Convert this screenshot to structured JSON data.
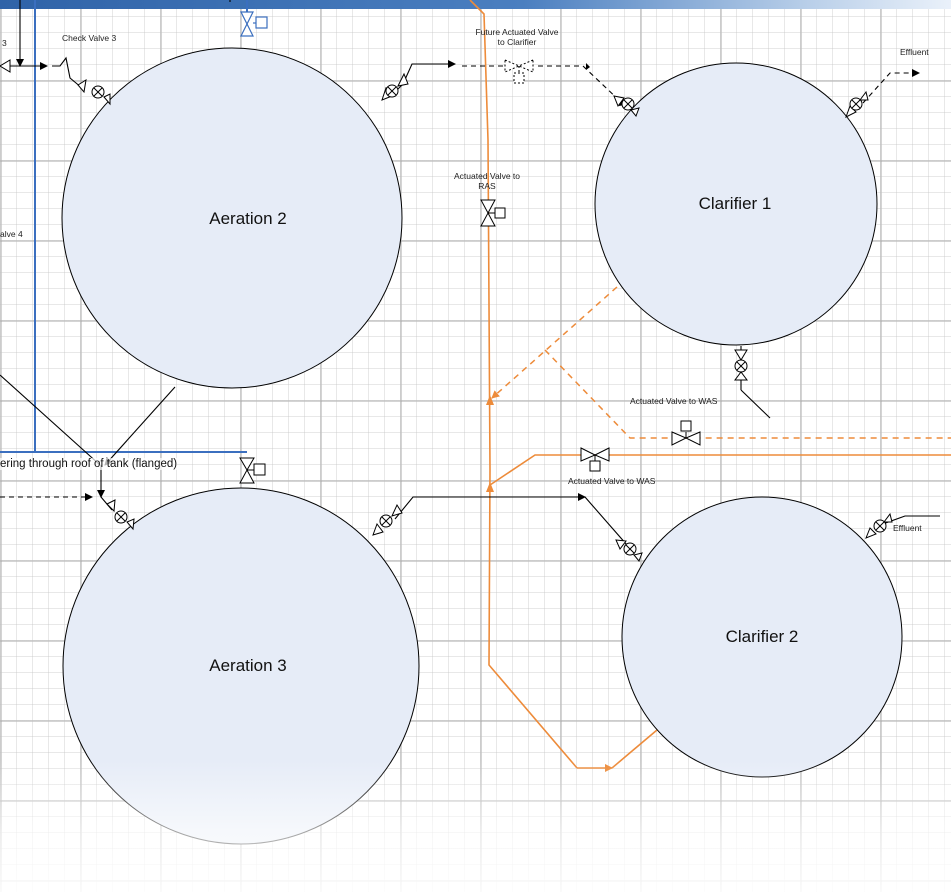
{
  "tanks": {
    "aeration_2": "Aeration 2",
    "aeration_3": "Aeration 3",
    "clarifier_1": "Clarifier 1",
    "clarifier_2": "Clarifier 2"
  },
  "labels": {
    "check_valve_3": "Check Valve 3",
    "partial_left_top": "3",
    "partial_valve_4": "alve 4",
    "future_actuated_valve": "Future Actuated Valve to Clarifier",
    "actuated_valve_ras": "Actuated Valve to RAS",
    "effluent_1": "Effluent",
    "effluent_2": "Effluent",
    "actuated_valve_was_1": "Actuated Valve to WAS",
    "actuated_valve_was_2": "Actuated Valve to WAS",
    "roof_note": "ering through roof of tank (flanged)"
  },
  "colors": {
    "tank_fill": "#e6ecf7",
    "process_line": "#000000",
    "ras_line": "#ed8b3a",
    "air_line": "#3b6fbf",
    "page_bar": "#2f63a8"
  }
}
